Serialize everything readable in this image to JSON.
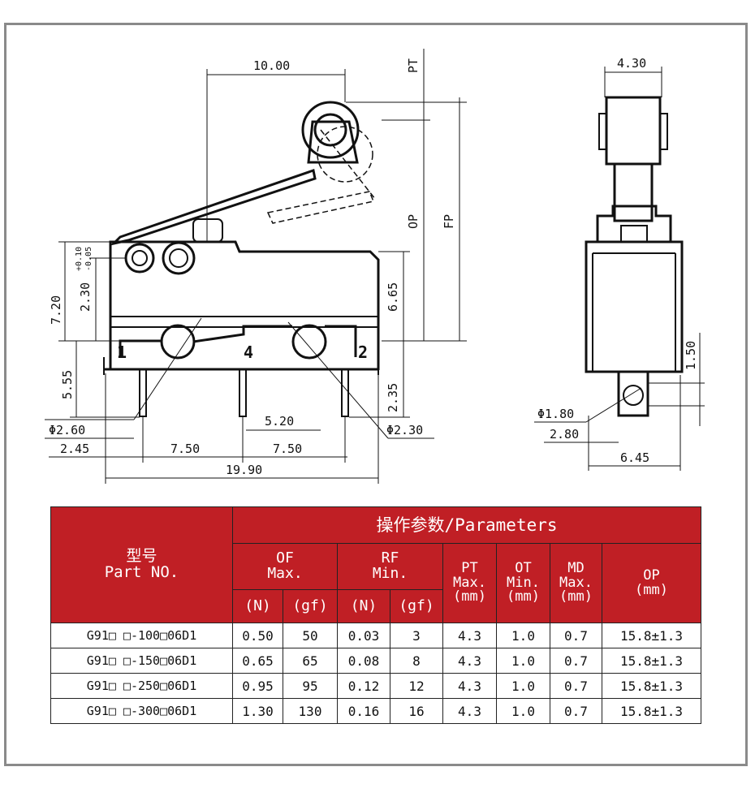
{
  "drawing": {
    "side_view": {
      "dim_top_width": "10.00",
      "dim_pt": "PT",
      "dim_op": "OP",
      "dim_fp": "FP",
      "dim_total_height": "7.20",
      "dim_hole_height": "2.30",
      "dim_hole_tol_upper": "+0.10",
      "dim_hole_tol_lower": "-0.05",
      "dim_body_height": "6.65",
      "dim_pin_length": "5.55",
      "dim_pin_offset": "2.35",
      "dim_left_hole": "Φ2.60",
      "dim_right_hole": "Φ2.30",
      "dim_mid": "5.20",
      "dim_left_edge": "2.45",
      "dim_pitch_1": "7.50",
      "dim_pitch_2": "7.50",
      "dim_total_length": "19.90",
      "terminal_1": "1",
      "terminal_4": "4",
      "terminal_2": "2"
    },
    "end_view": {
      "dim_width": "4.30",
      "dim_pin_height": "1.50",
      "dim_hole": "Φ1.80",
      "dim_tab": "2.80",
      "dim_body_width": "6.45"
    }
  },
  "table": {
    "title": "操作参数/Parameters",
    "part_label_cn": "型号",
    "part_label_en": "Part NO.",
    "of_label": "OF",
    "of_sub": "Max.",
    "rf_label": "RF",
    "rf_sub": "Min.",
    "pt_label": "PT",
    "pt_sub": "Max.",
    "pt_unit": "(mm)",
    "ot_label": "OT",
    "ot_sub": "Min.",
    "ot_unit": "(mm)",
    "md_label": "MD",
    "md_sub": "Max.",
    "md_unit": "(mm)",
    "op_label": "OP",
    "op_unit": "(mm)",
    "unit_n_1": "(N)",
    "unit_gf_1": "(gf)",
    "unit_n_2": "(N)",
    "unit_gf_2": "(gf)",
    "rows": [
      {
        "part": "G91□ □-100□06D1",
        "of_n": "0.50",
        "of_gf": "50",
        "rf_n": "0.03",
        "rf_gf": "3",
        "pt": "4.3",
        "ot": "1.0",
        "md": "0.7",
        "op": "15.8±1.3"
      },
      {
        "part": "G91□ □-150□06D1",
        "of_n": "0.65",
        "of_gf": "65",
        "rf_n": "0.08",
        "rf_gf": "8",
        "pt": "4.3",
        "ot": "1.0",
        "md": "0.7",
        "op": "15.8±1.3"
      },
      {
        "part": "G91□ □-250□06D1",
        "of_n": "0.95",
        "of_gf": "95",
        "rf_n": "0.12",
        "rf_gf": "12",
        "pt": "4.3",
        "ot": "1.0",
        "md": "0.7",
        "op": "15.8±1.3"
      },
      {
        "part": "G91□ □-300□06D1",
        "of_n": "1.30",
        "of_gf": "130",
        "rf_n": "0.16",
        "rf_gf": "16",
        "pt": "4.3",
        "ot": "1.0",
        "md": "0.7",
        "op": "15.8±1.3"
      }
    ]
  }
}
